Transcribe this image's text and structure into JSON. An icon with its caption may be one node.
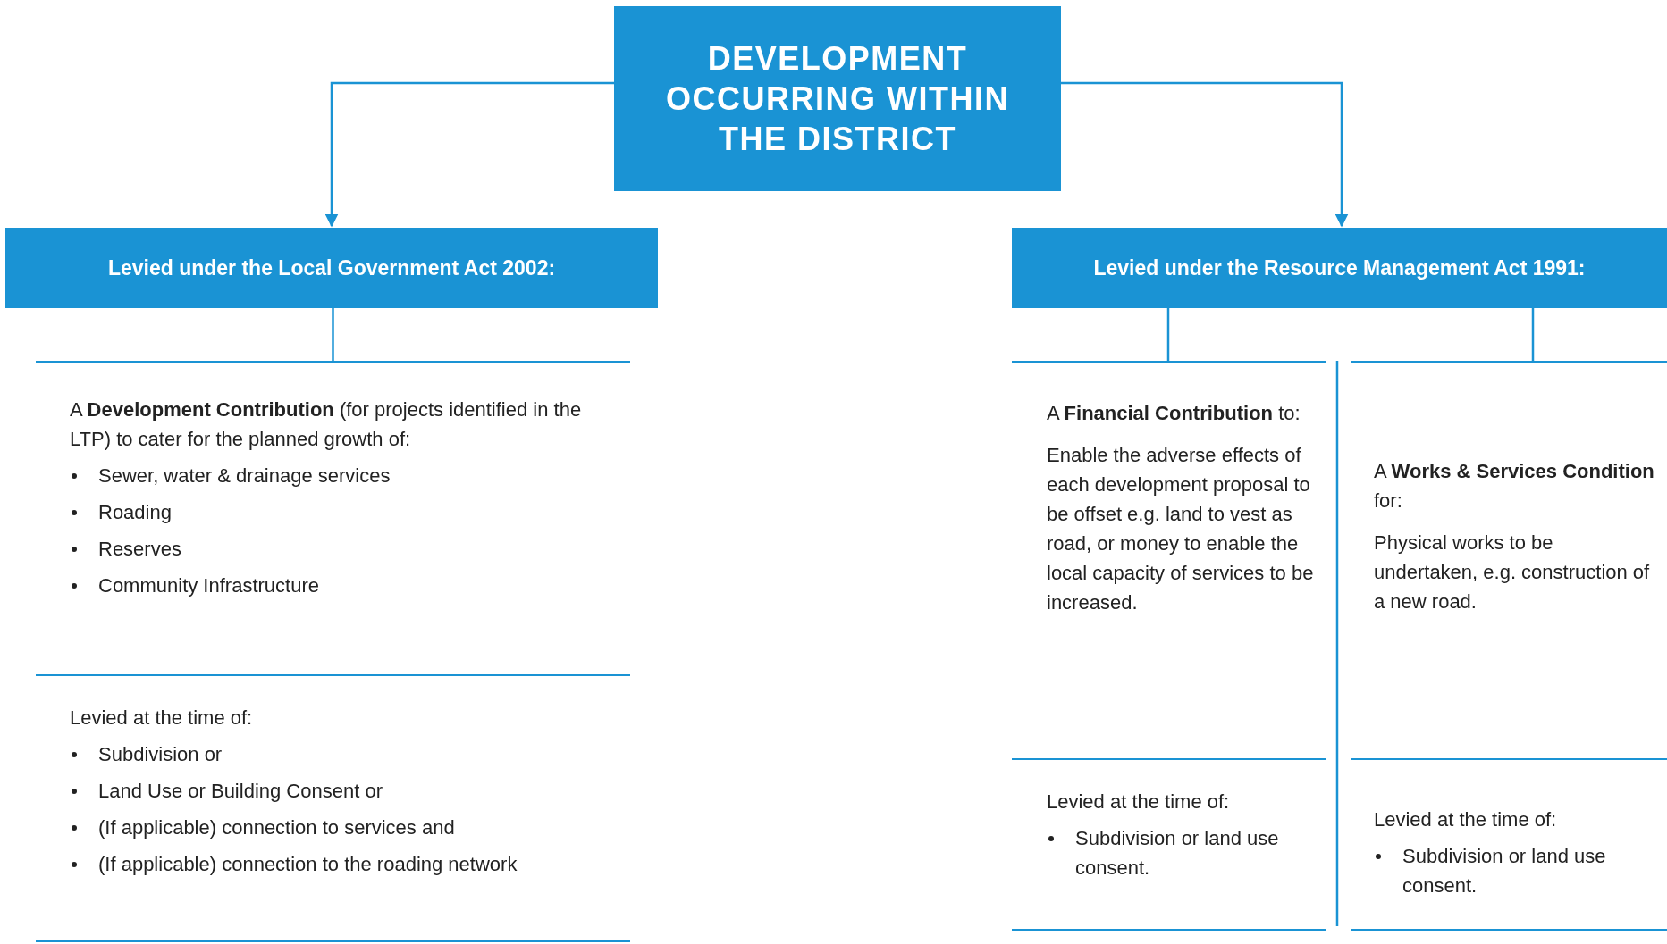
{
  "diagram": {
    "nodes": [
      {
        "text": [
          "DEVELOPMENT OCCURRING WITHIN THE DISTRICT"
        ]
      },
      {
        "text": [
          "Levied under the Local Government Act 2002:"
        ]
      },
      {
        "text": [
          "Levied under the Resource Management Act 1991:"
        ]
      },
      {
        "text": [
          "A **Development Contribution** (for projects identified in the LTP) to cater for the planned growth of:",
          "Sewer, water & drainage services",
          "Roading",
          "Reserves",
          "Community Infrastructure"
        ]
      },
      {
        "text": [
          "Levied at the time of:",
          "Subdivision or",
          "Land Use or Building Consent or",
          "(If applicable) connection to services and",
          "(If applicable) connection to the roading network"
        ]
      },
      {
        "text": [
          "A **Financial Contribution** to:",
          "Enable the adverse effects of each development proposal to be offset e.g. land to vest as road, or money to enable the local capacity of services to be increased."
        ]
      },
      {
        "text": [
          "Levied at the time of:",
          "Subdivision or land use consent."
        ]
      },
      {
        "text": [
          "A **Works & Services Condition** for:",
          "Physical works to be undertaken, e.g. construction of a new road."
        ]
      },
      {
        "text": [
          "Levied at the time of:",
          "Subdivision or land use consent."
        ]
      }
    ],
    "edges": [
      {
        "from": 0,
        "to": 1,
        "arrow": "to"
      },
      {
        "from": 0,
        "to": 2,
        "arrow": "to"
      },
      {
        "from": 1,
        "to": 3,
        "arrow": "none"
      },
      {
        "from": 2,
        "to": 5,
        "arrow": "none"
      },
      {
        "from": 2,
        "to": 7,
        "arrow": "none"
      }
    ]
  }
}
